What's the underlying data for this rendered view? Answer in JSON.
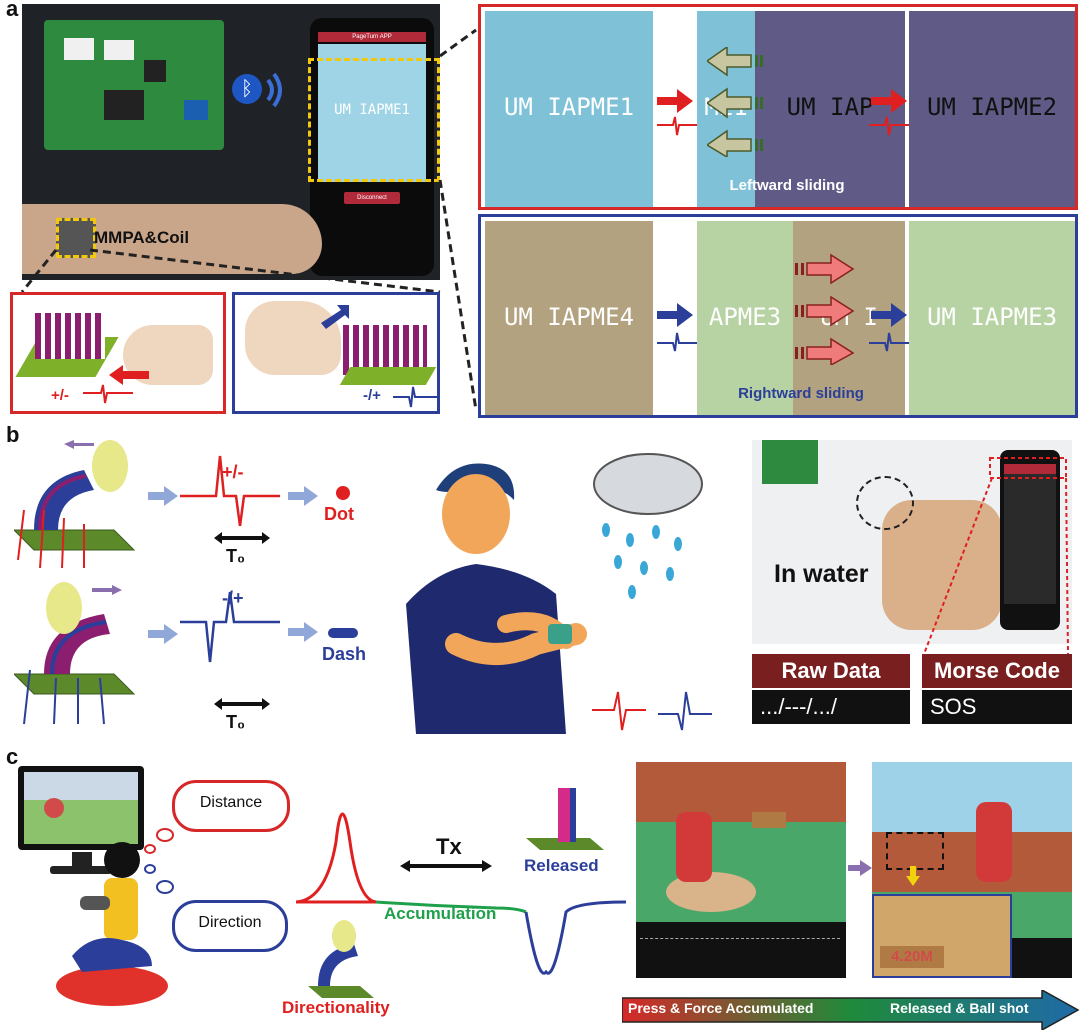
{
  "panels": {
    "a": "a",
    "b": "b",
    "c": "c"
  },
  "a": {
    "phone_title": "PageTurn APP",
    "phone_text": "UM IAPME1",
    "phone_button": "Disconnect",
    "device_label": "MMPA&Coil",
    "press_left_sign": "+/-",
    "press_right_sign": "-/+",
    "leftward": {
      "frames": [
        "UM IAPME1",
        "ME1",
        "UM IAP",
        "UM IAPME2"
      ],
      "caption": "Leftward sliding"
    },
    "rightward": {
      "frames": [
        "UM IAPME4",
        "APME3",
        "UM I",
        "UM IAPME3"
      ],
      "caption": "Rightward sliding"
    },
    "colors": {
      "light_blue": "#7fc2d8",
      "purple": "#5f5a86",
      "tan": "#b3a27f",
      "green": "#b7d3a4",
      "red": "#d62828",
      "blue": "#2b3f9a"
    }
  },
  "b": {
    "top_sign": "+/-",
    "top_period": "T₀",
    "dot_label": "Dot",
    "bottom_sign": "-/+",
    "bottom_period": "T₀",
    "dash_label": "Dash",
    "photo_label": "In water",
    "raw_header": "Raw Data",
    "raw_value": ".../---/.../",
    "morse_header": "Morse Code",
    "morse_value": "SOS"
  },
  "c": {
    "bubble_distance": "Distance",
    "bubble_direction": "Direction",
    "tx_label": "Tx",
    "accumulation": "Accumulation",
    "released": "Released",
    "directionality": "Directionality",
    "distance_sign": "4.20M",
    "progress_start": "Press & Force Accumulated",
    "progress_end": "Released & Ball shot"
  }
}
